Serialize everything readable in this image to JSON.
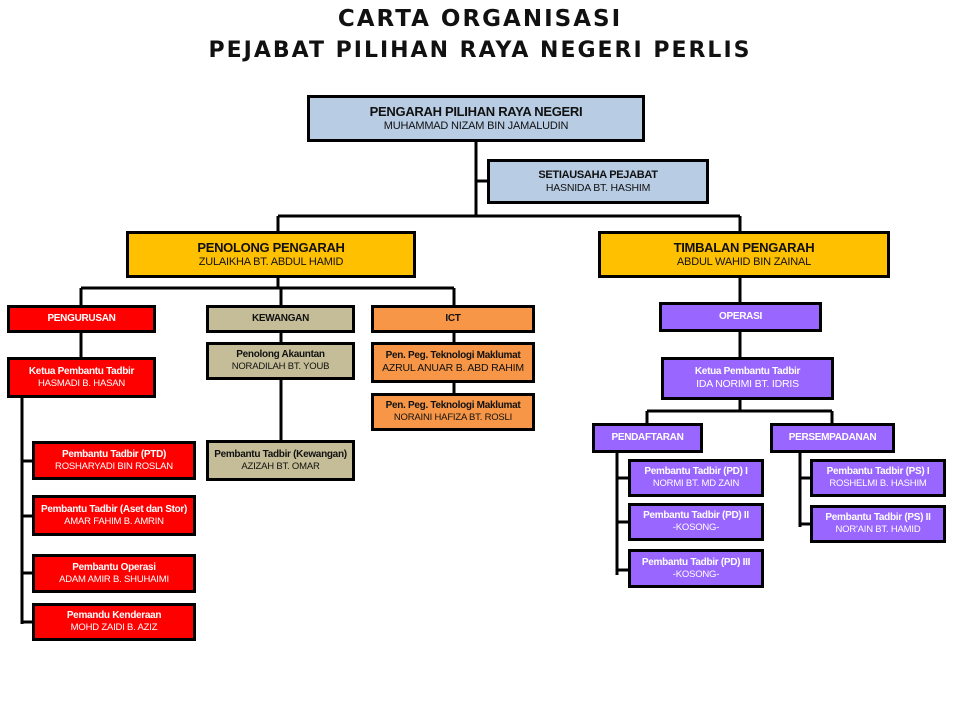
{
  "title_line1": "CARTA ORGANISASI",
  "title_line2": "PEJABAT PILIHAN RAYA NEGERI PERLIS",
  "colors": {
    "director": "#b8cce4",
    "deputy": "#ffc000",
    "pengurusan": "#ff0000",
    "kewangan": "#c4bd97",
    "ict": "#f79646",
    "operasi": "#9966ff"
  },
  "nodes": {
    "pengarah": {
      "role": "PENGARAH PILIHAN RAYA NEGERI",
      "name": "MUHAMMAD NIZAM BIN JAMALUDIN"
    },
    "setiausaha": {
      "role": "SETIAUSAHA PEJABAT",
      "name": "HASNIDA BT. HASHIM"
    },
    "penolong": {
      "role": "PENOLONG PENGARAH",
      "name": "ZULAIKHA BT. ABDUL HAMID"
    },
    "timbalan": {
      "role": "TIMBALAN PENGARAH",
      "name": "ABDUL WAHID BIN ZAINAL"
    },
    "pengurusan": {
      "role": "PENGURUSAN"
    },
    "kewangan": {
      "role": "KEWANGAN"
    },
    "ict": {
      "role": "ICT"
    },
    "operasi": {
      "role": "OPERASI"
    },
    "kpt_pengurusan": {
      "role": "Ketua Pembantu Tadbir",
      "name": "HASMADI B. HASAN"
    },
    "ptd": {
      "role": "Pembantu Tadbir (PTD)",
      "name": "ROSHARYADI BIN ROSLAN"
    },
    "aset": {
      "role": "Pembantu Tadbir (Aset dan Stor)",
      "name": "AMAR FAHIM B. AMRIN"
    },
    "pop": {
      "role": "Pembantu Operasi",
      "name": "ADAM AMIR B. SHUHAIMI"
    },
    "pemandu": {
      "role": "Pemandu Kenderaan",
      "name": "MOHD ZAIDI B. AZIZ"
    },
    "pen_akaun": {
      "role": "Penolong Akauntan",
      "name": "NORADILAH BT. YOUB"
    },
    "pt_kewangan": {
      "role": "Pembantu Tadbir (Kewangan)",
      "name": "AZIZAH BT. OMAR"
    },
    "ict1": {
      "role": "Pen. Peg. Teknologi Maklumat",
      "name": "AZRUL ANUAR B. ABD RAHIM"
    },
    "ict2": {
      "role": "Pen. Peg. Teknologi Maklumat",
      "name": "NORAINI HAFIZA BT. ROSLI"
    },
    "kpt_operasi": {
      "role": "Ketua Pembantu Tadbir",
      "name": "IDA NORIMI BT. IDRIS"
    },
    "pendaftaran": {
      "role": "PENDAFTARAN"
    },
    "persempadanan": {
      "role": "PERSEMPADANAN"
    },
    "pd1": {
      "role": "Pembantu Tadbir (PD) I",
      "name": "NORMI BT. MD ZAIN"
    },
    "pd2": {
      "role": "Pembantu Tadbir (PD) II",
      "name": "-KOSONG-"
    },
    "pd3": {
      "role": "Pembantu Tadbir (PD) III",
      "name": "-KOSONG-"
    },
    "ps1": {
      "role": "Pembantu Tadbir (PS) I",
      "name": "ROSHELMI B. HASHIM"
    },
    "ps2": {
      "role": "Pembantu Tadbir (PS) II",
      "name": "NOR'AIN BT. HAMID"
    }
  }
}
